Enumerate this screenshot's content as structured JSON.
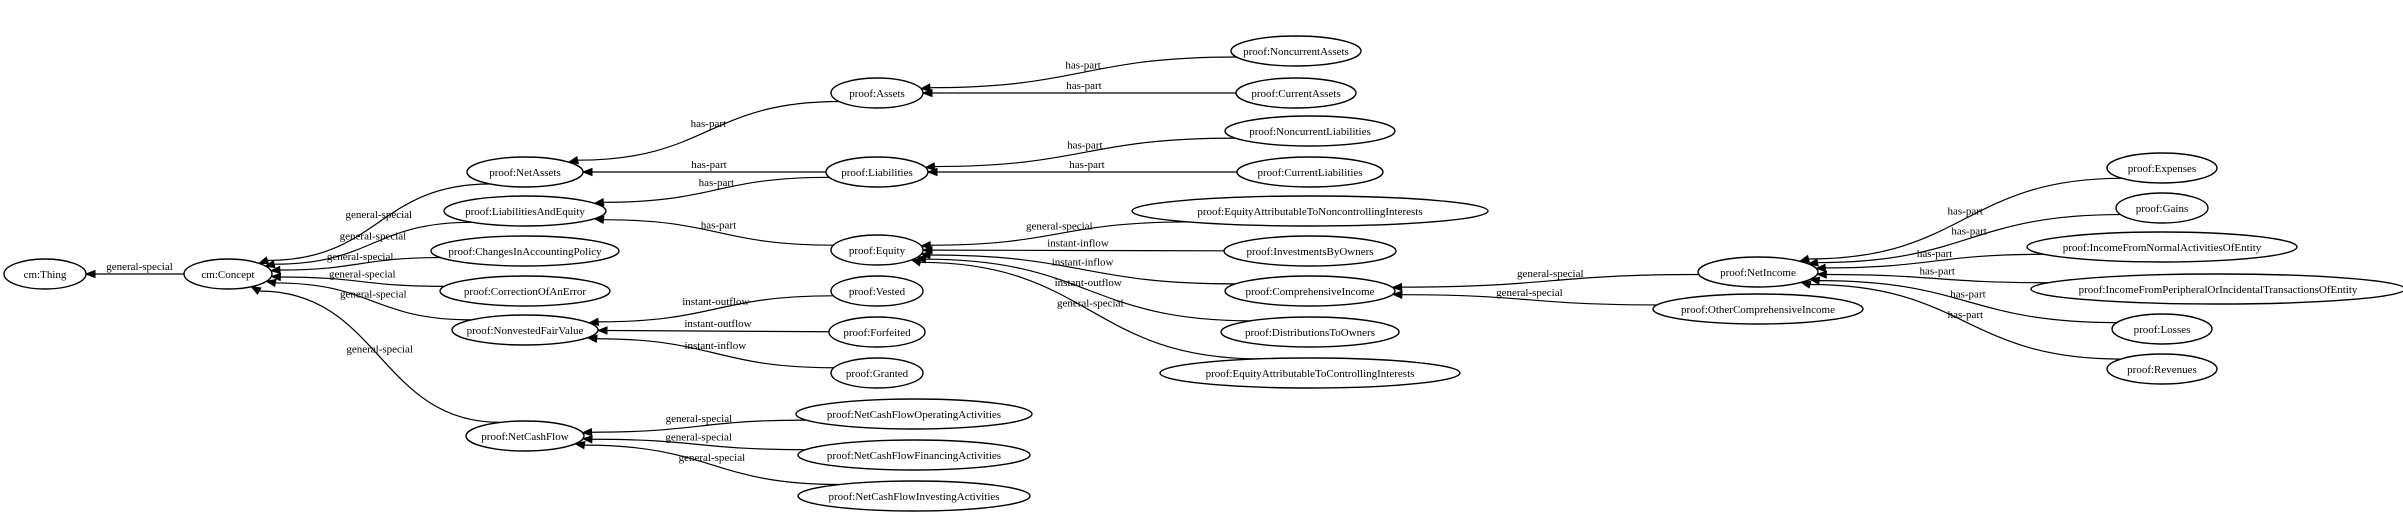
{
  "colors": {
    "stroke": "#000000",
    "fill": "#ffffff",
    "background": "#ffffff"
  },
  "nodes": {
    "thing": "cm:Thing",
    "concept": "cm:Concept",
    "net_assets": "proof:NetAssets",
    "liabilities_and_equity": "proof:LiabilitiesAndEquity",
    "changes_in_accounting_policy": "proof:ChangesInAccountingPolicy",
    "correction_of_an_error": "proof:CorrectionOfAnError",
    "nonvested_fair_value": "proof:NonvestedFairValue",
    "net_cash_flow": "proof:NetCashFlow",
    "assets": "proof:Assets",
    "liabilities": "proof:Liabilities",
    "equity": "proof:Equity",
    "vested": "proof:Vested",
    "forfeited": "proof:Forfeited",
    "granted": "proof:Granted",
    "net_cash_flow_operating": "proof:NetCashFlowOperatingActivities",
    "net_cash_flow_financing": "proof:NetCashFlowFinancingActivities",
    "net_cash_flow_investing": "proof:NetCashFlowInvestingActivities",
    "noncurrent_assets": "proof:NoncurrentAssets",
    "current_assets": "proof:CurrentAssets",
    "noncurrent_liabilities": "proof:NoncurrentLiabilities",
    "current_liabilities": "proof:CurrentLiabilities",
    "equity_nci": "proof:EquityAttributableToNoncontrollingInterests",
    "investments_by_owners": "proof:InvestmentsByOwners",
    "comprehensive_income": "proof:ComprehensiveIncome",
    "distributions_to_owners": "proof:DistributionsToOwners",
    "equity_ci": "proof:EquityAttributableToControllingInterests",
    "net_income": "proof:NetIncome",
    "other_comprehensive_income": "proof:OtherComprehensiveIncome",
    "expenses": "proof:Expenses",
    "gains": "proof:Gains",
    "income_normal": "proof:IncomeFromNormalActivitiesOfEntity",
    "income_peripheral": "proof:IncomeFromPeripheralOrIncidentalTransactionsOfEntity",
    "losses": "proof:Losses",
    "revenues": "proof:Revenues"
  },
  "edges": [
    {
      "from": "concept",
      "to": "thing",
      "label": "general-special"
    },
    {
      "from": "net_assets",
      "to": "concept",
      "label": "general-special"
    },
    {
      "from": "liabilities_and_equity",
      "to": "concept",
      "label": "general-special"
    },
    {
      "from": "changes_in_accounting_policy",
      "to": "concept",
      "label": "general-special"
    },
    {
      "from": "correction_of_an_error",
      "to": "concept",
      "label": "general-special"
    },
    {
      "from": "nonvested_fair_value",
      "to": "concept",
      "label": "general-special"
    },
    {
      "from": "net_cash_flow",
      "to": "concept",
      "label": "general-special"
    },
    {
      "from": "assets",
      "to": "net_assets",
      "label": "has-part"
    },
    {
      "from": "liabilities",
      "to": "net_assets",
      "label": "has-part"
    },
    {
      "from": "liabilities",
      "to": "liabilities_and_equity",
      "label": "has-part"
    },
    {
      "from": "equity",
      "to": "liabilities_and_equity",
      "label": "has-part"
    },
    {
      "from": "vested",
      "to": "nonvested_fair_value",
      "label": "instant-outflow"
    },
    {
      "from": "forfeited",
      "to": "nonvested_fair_value",
      "label": "instant-outflow"
    },
    {
      "from": "granted",
      "to": "nonvested_fair_value",
      "label": "instant-inflow"
    },
    {
      "from": "net_cash_flow_operating",
      "to": "net_cash_flow",
      "label": "general-special"
    },
    {
      "from": "net_cash_flow_financing",
      "to": "net_cash_flow",
      "label": "general-special"
    },
    {
      "from": "net_cash_flow_investing",
      "to": "net_cash_flow",
      "label": "general-special"
    },
    {
      "from": "noncurrent_assets",
      "to": "assets",
      "label": "has-part"
    },
    {
      "from": "current_assets",
      "to": "assets",
      "label": "has-part"
    },
    {
      "from": "noncurrent_liabilities",
      "to": "liabilities",
      "label": "has-part"
    },
    {
      "from": "current_liabilities",
      "to": "liabilities",
      "label": "has-part"
    },
    {
      "from": "equity_nci",
      "to": "equity",
      "label": "general-special"
    },
    {
      "from": "investments_by_owners",
      "to": "equity",
      "label": "instant-inflow"
    },
    {
      "from": "comprehensive_income",
      "to": "equity",
      "label": "instant-inflow"
    },
    {
      "from": "distributions_to_owners",
      "to": "equity",
      "label": "instant-outflow"
    },
    {
      "from": "equity_ci",
      "to": "equity",
      "label": "general-special"
    },
    {
      "from": "net_income",
      "to": "comprehensive_income",
      "label": "general-special"
    },
    {
      "from": "other_comprehensive_income",
      "to": "comprehensive_income",
      "label": "general-special"
    },
    {
      "from": "expenses",
      "to": "net_income",
      "label": "has-part"
    },
    {
      "from": "gains",
      "to": "net_income",
      "label": "has-part"
    },
    {
      "from": "income_normal",
      "to": "net_income",
      "label": "has-part"
    },
    {
      "from": "income_peripheral",
      "to": "net_income",
      "label": "has-part"
    },
    {
      "from": "losses",
      "to": "net_income",
      "label": "has-part"
    },
    {
      "from": "revenues",
      "to": "net_income",
      "label": "has-part"
    }
  ]
}
